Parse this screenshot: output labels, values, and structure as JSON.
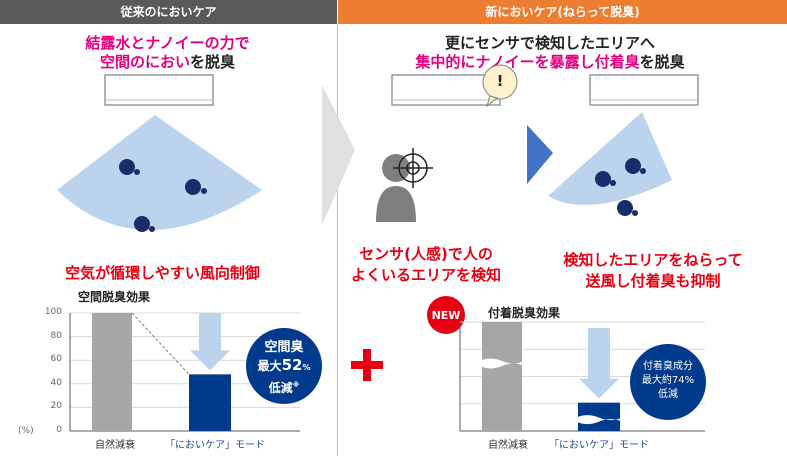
{
  "header": {
    "left_title": "従来のにおいケア",
    "right_title": "新においケア(ねらって脱臭)"
  },
  "left": {
    "headline_line1": "結露水とナノイーの力で",
    "headline_line2_pink": "空間のにおい",
    "headline_line2_black": "を脱臭",
    "caption": "空気が循環しやすい風向制御",
    "chart_title": "空間脱臭効果",
    "unit_label": "(%)",
    "callout_line1": "空間臭",
    "callout_line2_a": "最大",
    "callout_line2_b": "52",
    "callout_line2_c": "%",
    "callout_line3": "低減",
    "callout_note": "※"
  },
  "middle": {
    "caption_line1": "センサ(人感)で人の",
    "caption_line2": "よくいるエリアを検知"
  },
  "right": {
    "headline_line1": "更にセンサで検知したエリアへ",
    "headline_line2_pink": "集中的にナノイーを暴露し付着臭",
    "headline_line2_black": "を脱臭",
    "alert": "!",
    "caption_line1": "検知したエリアをねらって",
    "caption_line2": "送風し付着臭も抑制",
    "new_badge": "NEW",
    "chart_title": "付着脱臭効果",
    "callout_line1": "付着臭成分",
    "callout_line2": "最大約74%",
    "callout_line3": "低減"
  },
  "colors": {
    "header_left": "#595959",
    "header_right": "#ed7d31",
    "accent_pink": "#e4007f",
    "accent_red": "#e60012",
    "bar_gray": "#a6a6a6",
    "bar_blue": "#003a8c",
    "airflow": "#bcd3ee",
    "arrow_blue": "#4472c4"
  },
  "chart_data": [
    {
      "type": "bar",
      "title": "空間脱臭効果",
      "categories": [
        "自然減衰",
        "「においケア」モード"
      ],
      "values": [
        100,
        48
      ],
      "yticks": [
        0,
        20,
        40,
        60,
        80,
        100
      ],
      "ylim": [
        0,
        100
      ],
      "ylabel": "(%)",
      "grid": true
    },
    {
      "type": "bar",
      "title": "付着脱臭効果",
      "categories": [
        "自然減衰",
        "「においケア」モード"
      ],
      "values": [
        100,
        26
      ],
      "ylim": [
        0,
        100
      ],
      "grid": true,
      "axis_break": true
    }
  ]
}
